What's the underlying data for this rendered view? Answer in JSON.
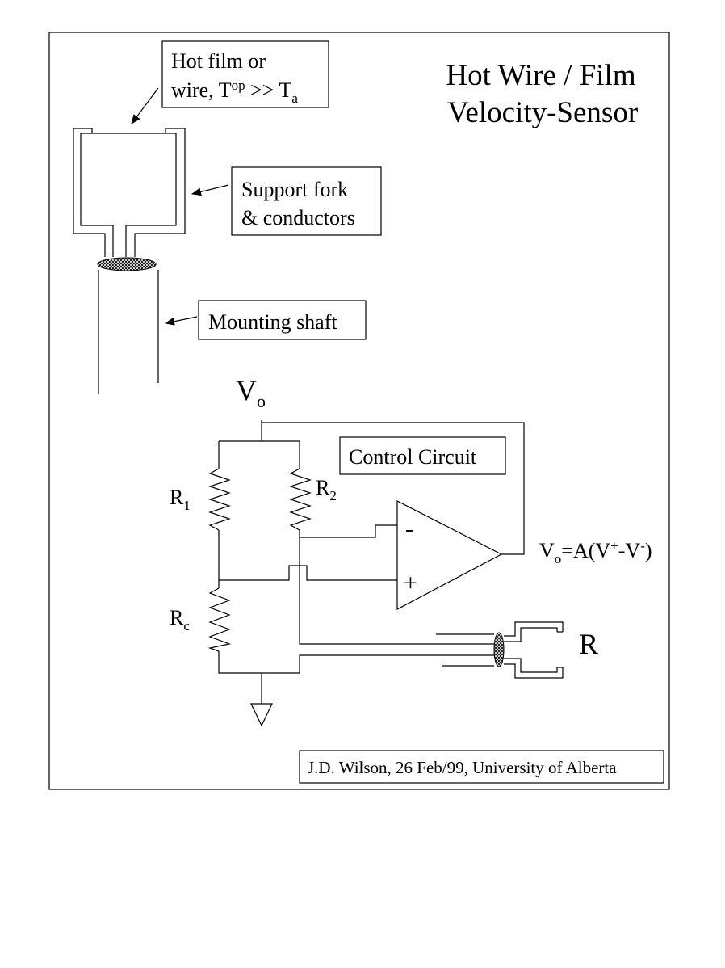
{
  "title": {
    "line1": "Hot Wire / Film",
    "line2": "Velocity-Sensor"
  },
  "callouts": {
    "hot_film": {
      "line1": "Hot film or",
      "line2_prefix": "wire, T",
      "line2_sup": "op",
      "line2_mid": " >> T",
      "line2_sub": "a"
    },
    "support_fork": {
      "line1": "Support fork",
      "line2": "& conductors"
    },
    "mounting_shaft": "Mounting shaft",
    "control_circuit": "Control Circuit"
  },
  "circuit": {
    "vo_label": "V",
    "vo_sub": "o",
    "r1_label": "R",
    "r1_sub": "1",
    "r2_label": "R",
    "r2_sub": "2",
    "rc_label": "R",
    "rc_sub": "c",
    "minus_label": "-",
    "plus_label": "+",
    "output_eq": {
      "v": "V",
      "v_sub": "o",
      "eq": "=A(V",
      "sup_plus": "+",
      "dash": "-V",
      "sup_minus": "-",
      "close": ")"
    },
    "sensor_label": "R"
  },
  "credit": "J.D. Wilson, 26 Feb/99, University of Alberta"
}
